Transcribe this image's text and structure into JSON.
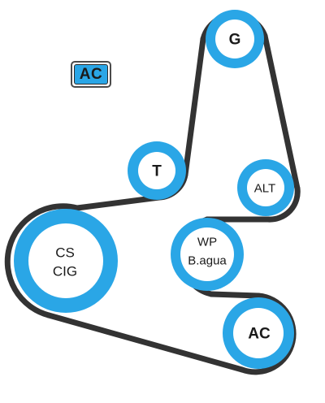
{
  "badge": {
    "label": "AC"
  },
  "pulleys": {
    "g": {
      "label": "G"
    },
    "t": {
      "label": "T"
    },
    "alt": {
      "label": "ALT"
    },
    "wp": {
      "label_line1": "WP",
      "label_line2": "B.agua"
    },
    "cs": {
      "label_line1": "CS",
      "label_line2": "CIG"
    },
    "ac": {
      "label": "AC"
    }
  },
  "colors": {
    "pulley_blue": "#2aa6e6",
    "belt": "#333333",
    "label_text": "#1a1a1a"
  }
}
